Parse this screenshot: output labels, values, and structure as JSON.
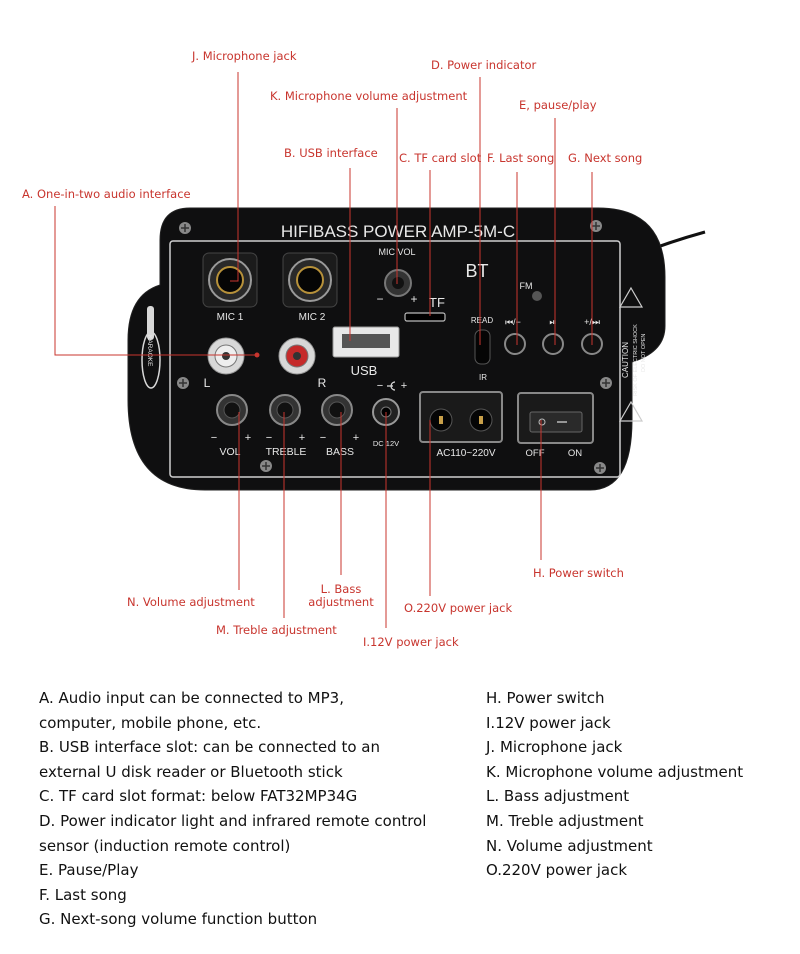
{
  "board": {
    "model": "HIFIBASS POWER AMP-5M-C",
    "bt": "BT",
    "mic1": "MIC 1",
    "mic2": "MIC 2",
    "mic_vol": "MIC VOL",
    "minus": "−",
    "plus": "+",
    "tf": "TF",
    "usb": "USB",
    "read": "READ",
    "ir": "IR",
    "fm": "FM",
    "prev_sym": "⏮/−",
    "play_sym": "⏯",
    "next_sym": "+/⏭",
    "left": "L",
    "right": "R",
    "vol": "VOL",
    "treble": "TREBLE",
    "bass": "BASS",
    "dc": "DC 12V",
    "ac": "AC110~220V",
    "off": "OFF",
    "on": "ON",
    "karaoke": "KARAOKE",
    "caution1": "CAUTION",
    "caution2": "RISK OF ELECTRIC SHOCK",
    "caution3": "DO NOT OPEN"
  },
  "callouts": {
    "J": "J. Microphone jack",
    "D": "D. Power indicator",
    "K": "K. Microphone volume adjustment",
    "E": "E, pause/play",
    "B": "B. USB interface",
    "C": "C. TF card slot",
    "F": "F. Last song",
    "G": "G. Next song",
    "A": "A. One-in-two audio interface",
    "H": "H. Power switch",
    "L1": "L. Bass",
    "L2": "adjustment",
    "N": "N. Volume adjustment",
    "O": "O.220V power jack",
    "M": "M. Treble adjustment",
    "I": "I.12V power jack"
  },
  "descriptions_left": [
    "A. Audio input can be connected to MP3,",
    "computer, mobile phone, etc.",
    "B. USB interface slot: can be connected to an",
    "external U disk reader or Bluetooth stick",
    "C. TF card slot format: below FAT32MP34G",
    "D. Power indicator light and infrared remote control",
    "sensor (induction remote control)",
    "E. Pause/Play",
    "F. Last song",
    "G. Next-song volume function button"
  ],
  "descriptions_right": [
    "H. Power switch",
    "I.12V power jack",
    "J. Microphone jack",
    "K. Microphone volume adjustment",
    "L. Bass adjustment",
    "M. Treble adjustment",
    "N. Volume adjustment",
    "O.220V power jack"
  ],
  "colors": {
    "callout": "#c8352e",
    "board": "#0f0f10",
    "board_text": "#e8e8e8"
  }
}
